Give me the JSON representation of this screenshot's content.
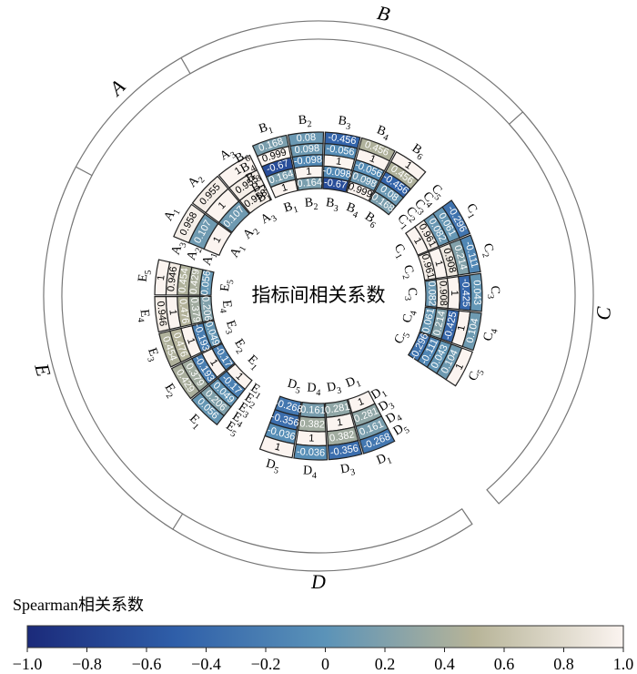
{
  "center_title": "指标间相关系数",
  "colorbar": {
    "title": "Spearman相关系数",
    "ticks": [
      "−1.0",
      "−0.8",
      "−0.6",
      "−0.4",
      "−0.2",
      "0",
      "0.2",
      "0.4",
      "0.6",
      "0.8",
      "1.0"
    ],
    "tick_values": [
      -1.0,
      -0.8,
      -0.6,
      -0.4,
      -0.2,
      0,
      0.2,
      0.4,
      0.6,
      0.8,
      1.0
    ],
    "colors": [
      "#1b2a7a",
      "#2f5fa9",
      "#5b93b8",
      "#b7b498",
      "#fbf4f0"
    ]
  },
  "chart_data": {
    "type": "heatmap",
    "title": "指标间相关系数",
    "value_range": [
      -1.0,
      1.0
    ],
    "groups": [
      {
        "name": "A",
        "labels": [
          "A1",
          "A2",
          "A3"
        ],
        "matrix": [
          [
            1,
            0.107,
            0.958
          ],
          [
            0.107,
            1,
            0.955
          ],
          [
            0.958,
            0.955,
            1
          ]
        ],
        "cells_printed": [
          [
            "1",
            "0.107",
            "0.958"
          ],
          [
            "0.107",
            "1",
            "0.955"
          ],
          [
            "0.958",
            "0.955",
            "1"
          ]
        ]
      },
      {
        "name": "B",
        "labels": [
          "B1",
          "B2",
          "B3",
          "B4",
          "B6"
        ],
        "matrix": [
          [
            1,
            0.164,
            -0.67,
            0.999,
            0.168
          ],
          [
            0.164,
            1,
            -0.098,
            0.098,
            0.08
          ],
          [
            -0.67,
            -0.098,
            1,
            -0.056,
            -0.456
          ],
          [
            0.999,
            0.098,
            -0.056,
            1,
            0.456
          ],
          [
            0.168,
            0.08,
            -0.456,
            0.456,
            1
          ]
        ],
        "cells_printed": [
          [
            "1",
            "0.164",
            "-0.67",
            "0.999",
            "0.168"
          ],
          [
            "0.164",
            "1",
            "-0.098",
            "0.098",
            "0.08"
          ],
          [
            "-0.67",
            "-0.098",
            "1",
            "-0.056",
            "-0.456"
          ],
          [
            "0.999",
            "0.098",
            "-0.056",
            "1",
            "0.456"
          ],
          [
            "0.168",
            "0.08",
            "-0.456",
            "0.456",
            "1"
          ]
        ]
      },
      {
        "name": "C",
        "labels": [
          "C1",
          "C2",
          "C3",
          "C4",
          "C5"
        ],
        "matrix": [
          [
            1,
            0.961,
            0.082,
            0.061,
            -0.296
          ],
          [
            0.961,
            1,
            0.908,
            0.214,
            -0.111
          ],
          [
            0.082,
            0.908,
            1,
            -0.425,
            0.043
          ],
          [
            0.061,
            0.214,
            -0.425,
            1,
            0.104
          ],
          [
            -0.296,
            -0.111,
            0.043,
            0.104,
            1
          ]
        ],
        "cells_printed": [
          [
            "1",
            "0.961",
            "0.082",
            "0.061",
            "-0.296"
          ],
          [
            "0.961",
            "1",
            "0.908",
            "0.214",
            "-0.111"
          ],
          [
            "0.082",
            "0.908",
            "1",
            "-0.425",
            "0.043"
          ],
          [
            "0.061",
            "0.214",
            "-0.425",
            "1",
            "0.104"
          ],
          [
            "-0.296",
            "-0.111",
            "0.043",
            "0.104",
            "1"
          ]
        ]
      },
      {
        "name": "D",
        "labels": [
          "D1",
          "D3",
          "D4",
          "D5"
        ],
        "matrix": [
          [
            1,
            0.281,
            0.161,
            -0.268
          ],
          [
            0.281,
            1,
            0.382,
            -0.356
          ],
          [
            0.161,
            0.382,
            1,
            -0.036
          ],
          [
            -0.268,
            -0.356,
            -0.036,
            1
          ]
        ],
        "cells_printed": [
          [
            "1",
            "0.281",
            "0.161",
            "-0.268"
          ],
          [
            "0.281",
            "1",
            "0.382",
            "-0.356"
          ],
          [
            "0.161",
            "0.382",
            "1",
            "-0.036"
          ],
          [
            "-0.268",
            "-0.356",
            "-0.036",
            "1"
          ]
        ]
      },
      {
        "name": "E",
        "labels": [
          "E1",
          "E2",
          "E3",
          "E4",
          "E5"
        ],
        "matrix": [
          [
            1,
            -0.17,
            0.049,
            0.206,
            0.056
          ],
          [
            -0.17,
            1,
            -0.193,
            0.379,
            0.429
          ],
          [
            0.049,
            -0.193,
            1,
            0.476,
            0.454
          ],
          [
            0.206,
            0.379,
            0.476,
            1,
            0.946
          ],
          [
            0.056,
            0.429,
            0.454,
            0.946,
            1
          ]
        ],
        "cells_printed": [
          [
            "1",
            "-0.17",
            "0.049",
            "0.206",
            "0.056"
          ],
          [
            "-0.17",
            "1",
            "-0.193",
            "0.379",
            "0.429"
          ],
          [
            "0.049",
            "-0.193",
            "1",
            "0.476",
            "0.454"
          ],
          [
            "0.206",
            "0.379",
            "0.476",
            "1",
            "0.946"
          ],
          [
            "0.056",
            "0.429",
            "0.454",
            "0.946",
            "1"
          ]
        ]
      }
    ]
  }
}
